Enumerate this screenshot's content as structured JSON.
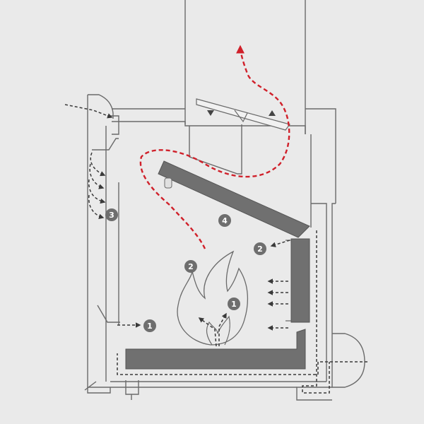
{
  "colors": {
    "background": "#eaeaea",
    "line": "#6a6a6a",
    "panel_fill": "#707070",
    "hot_flow": "#d0202a",
    "air_flow": "#3a3a3a",
    "badge_fill": "#6e6e6e",
    "badge_text": "#ffffff"
  },
  "badges": {
    "primary_air_left": "1",
    "primary_air_flame": "1",
    "secondary_air_flame": "2",
    "secondary_air_right": "2",
    "air_wash": "3",
    "smoke_path": "4"
  }
}
